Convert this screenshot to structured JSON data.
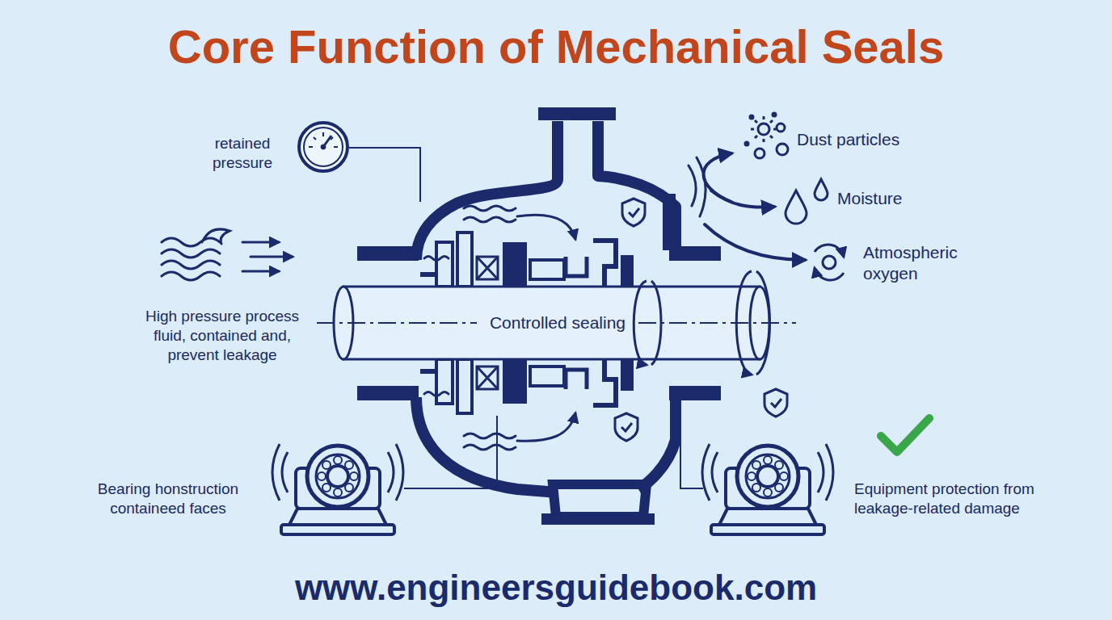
{
  "diagram": {
    "title": "Core Function of Mechanical Seals",
    "labels": [
      "retained pressure",
      "High pressure process fluid, contained and, prevent leakage",
      "Controlled sealing",
      "Dust particles",
      "Moisture",
      "Atmospheric oxygen",
      "Bearing honstruction containeed faces",
      "Equipment protection from leakage-related damage",
      "www.engineersguidebook.com"
    ]
  }
}
